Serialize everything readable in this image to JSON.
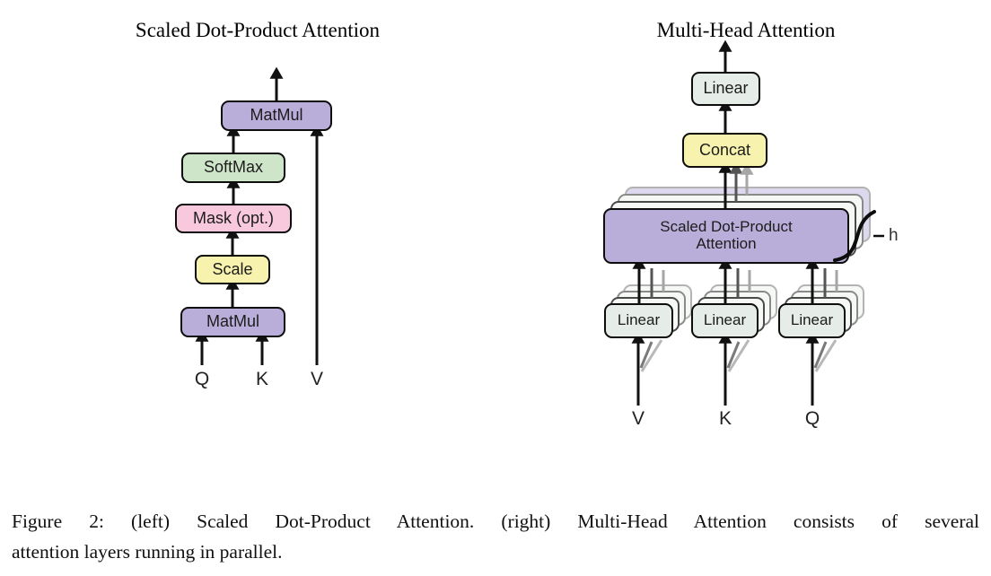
{
  "figure": {
    "left": {
      "title": "Scaled Dot-Product Attention",
      "boxes": {
        "matmul_top": "MatMul",
        "softmax": "SoftMax",
        "mask": "Mask (opt.)",
        "scale": "Scale",
        "matmul_bottom": "MatMul"
      },
      "inputs": {
        "q": "Q",
        "k": "K",
        "v": "V"
      }
    },
    "right": {
      "title": "Multi-Head Attention",
      "boxes": {
        "linear_top": "Linear",
        "concat": "Concat",
        "sdpa_line1": "Scaled Dot-Product",
        "sdpa_line2": "Attention",
        "linear_v": "Linear",
        "linear_k": "Linear",
        "linear_q": "Linear"
      },
      "heads_label": "h",
      "inputs": {
        "v": "V",
        "k": "K",
        "q": "Q"
      }
    },
    "caption": {
      "line1": "Figure 2: (left) Scaled Dot-Product Attention. (right) Multi-Head Attention consists of several",
      "line2": "attention layers running in parallel."
    },
    "colors": {
      "purple": "#b9aed9",
      "ghost_purple": "#ddd8ee",
      "green": "#cfe5ca",
      "pink": "#f8c9dc",
      "yellow": "#f7f2ad",
      "linear_gray": "#e6ece7"
    }
  }
}
